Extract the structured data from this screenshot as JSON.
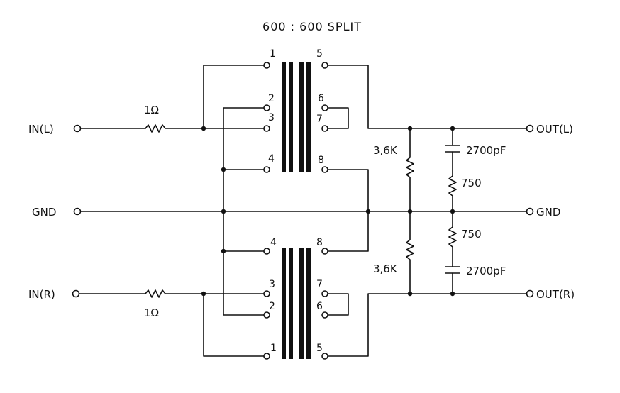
{
  "title": "600 : 600 SPLIT",
  "labels": {
    "in_left": "IN(L)",
    "in_right": "IN(R)",
    "gnd_in": "GND",
    "gnd_out": "GND",
    "out_left": "OUT(L)",
    "out_right": "OUT(R)"
  },
  "components": {
    "r_in_left": "1Ω",
    "r_in_right": "1Ω",
    "r_left_36k": "3,6K",
    "r_right_36k": "3,6K",
    "c_left": "2700pF",
    "c_right": "2700pF",
    "r_left_750": "750",
    "r_right_750": "750"
  },
  "pins": {
    "top": {
      "p1": "1",
      "p2": "2",
      "p3": "3",
      "p4": "4",
      "p5": "5",
      "p6": "6",
      "p7": "7",
      "p8": "8"
    },
    "bottom": {
      "p1": "1",
      "p2": "2",
      "p3": "3",
      "p4": "4",
      "p5": "5",
      "p6": "6",
      "p7": "7",
      "p8": "8"
    }
  }
}
